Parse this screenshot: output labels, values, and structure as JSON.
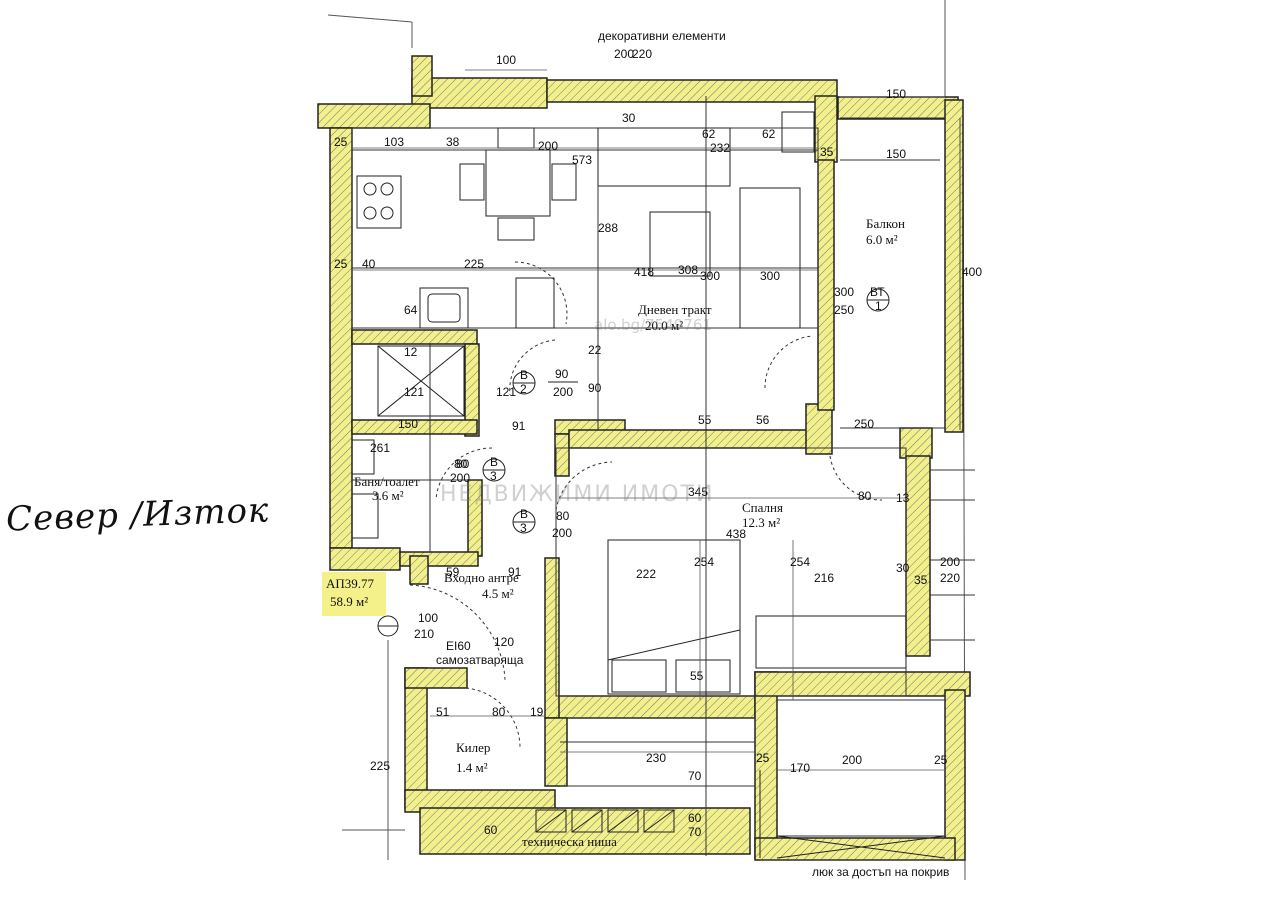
{
  "orientation_note": "Север /Изток",
  "watermark": {
    "site": "alo.bg/7549761",
    "agency": "НЕДВИЖИМИ ИМОТИ"
  },
  "rooms": {
    "living": {
      "name": "Дневен тракт",
      "area": "20.0 м²"
    },
    "balcony": {
      "name": "Балкон",
      "area": "6.0 м²"
    },
    "bath": {
      "name": "Баня/тоалет",
      "area": "3.6 м²"
    },
    "bedroom": {
      "name": "Спалня",
      "area": "12.3 м²"
    },
    "hall": {
      "name": "Входно антре",
      "area": "4.5 м²"
    },
    "storage": {
      "name": "Килер",
      "area": "1.4 м²"
    }
  },
  "apartment": {
    "code": "АП39.77",
    "area": "58.9 м²"
  },
  "labels": {
    "decorative_elements": "декоративни елементи",
    "technical_niche": "техническа ниша",
    "hatch": "люк за достъп на покрив",
    "door_rating": "EI60",
    "self_closing": "самозатваряща"
  },
  "door_tags": {
    "b2": {
      "letter": "В",
      "num": "2",
      "w": "90",
      "h": "200"
    },
    "b3": {
      "letter": "В",
      "num": "3",
      "w": "80",
      "h": "200"
    },
    "b3b": {
      "letter": "В",
      "num": "3",
      "w": "80",
      "h": "200"
    },
    "bt1": {
      "letter": "ВТ",
      "num": "1",
      "w": "300",
      "h": "250"
    },
    "entry": {
      "w": "100",
      "h": "210"
    }
  },
  "dimensions": {
    "d100": "100",
    "d150a": "150",
    "d150b": "150",
    "d573": "573",
    "d200": "200",
    "d103": "103",
    "d38": "38",
    "d30": "30",
    "d62a": "62",
    "d62b": "62",
    "d232": "232",
    "d35a": "35",
    "d25a": "25",
    "d25b": "25",
    "d40": "40",
    "d225": "225",
    "d308": "308",
    "d288": "288",
    "d418": "418",
    "d300a": "300",
    "d300b": "300",
    "d64": "64",
    "d400": "400",
    "d12a": "12",
    "d121a": "121",
    "d121b": "121",
    "d22": "22",
    "d90": "90",
    "d91a": "91",
    "d55a": "55",
    "d56": "56",
    "d250": "250",
    "d261": "261",
    "d150c": "150",
    "d80a": "80",
    "d345": "345",
    "d80b": "80",
    "d13": "13",
    "d438": "438",
    "d254a": "254",
    "d254b": "254",
    "d222": "222",
    "d216": "216",
    "d30b": "30",
    "d35b": "35",
    "d200b": "200",
    "d220": "220",
    "d59": "59",
    "d91b": "91",
    "d51": "51",
    "d80c": "80",
    "d19": "19",
    "d230": "230",
    "d70a": "70",
    "d70b": "70",
    "d170": "170",
    "d200c": "200",
    "d25c": "25",
    "d25d": "25",
    "d225b": "225",
    "d60a": "60",
    "d60b": "60",
    "d55b": "55",
    "d120": "120",
    "d200d": "200",
    "d220b": "220"
  }
}
